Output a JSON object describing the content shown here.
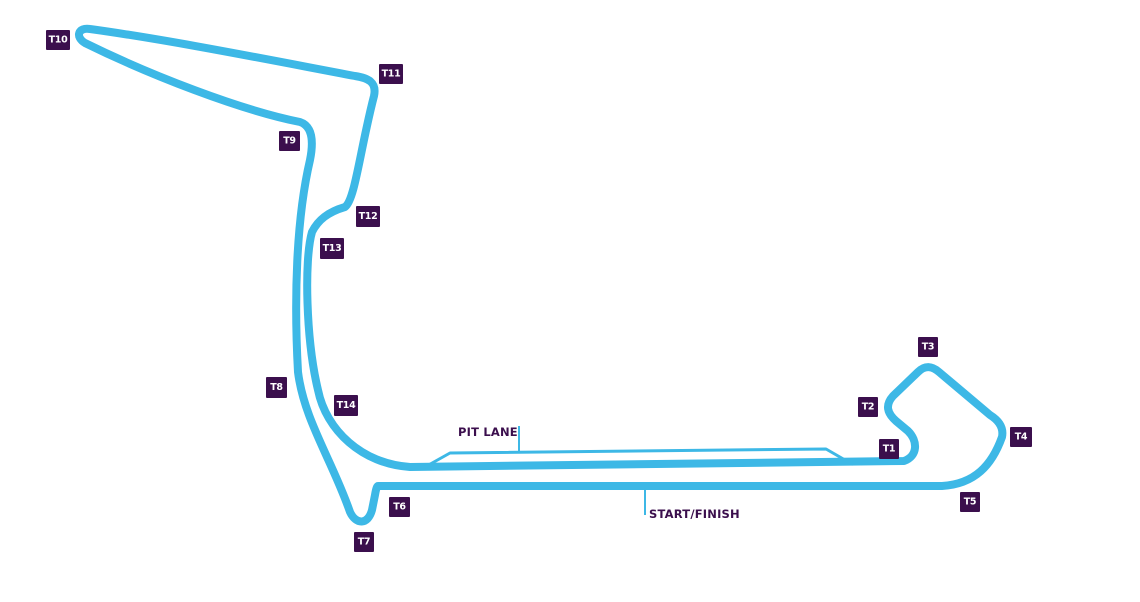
{
  "colors": {
    "track": "#3db8e6",
    "turn_badge": "#3b0f4d",
    "label_text": "#3b0f4d"
  },
  "labels": {
    "pit_lane": "PIT LANE",
    "start_finish": "START/FINISH"
  },
  "turns": [
    "T1",
    "T2",
    "T3",
    "T4",
    "T5",
    "T6",
    "T7",
    "T8",
    "T9",
    "T10",
    "T11",
    "T12",
    "T13",
    "T14"
  ]
}
